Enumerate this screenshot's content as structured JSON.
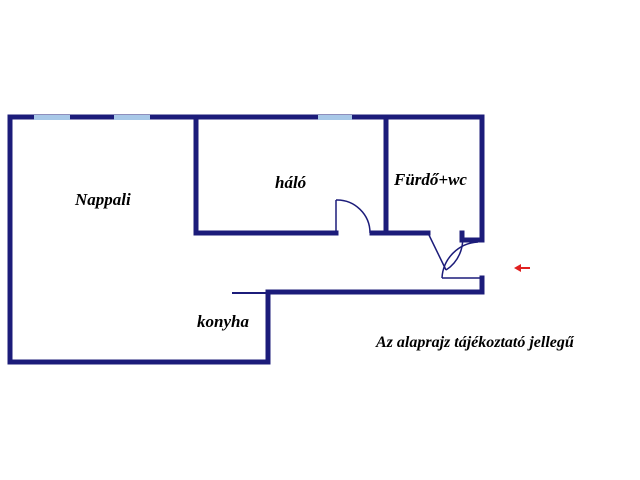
{
  "plan": {
    "rooms": [
      {
        "id": "nappali",
        "label": "Nappali"
      },
      {
        "id": "halo",
        "label": "háló"
      },
      {
        "id": "furdo",
        "label": "Fürdő+wc"
      },
      {
        "id": "konyha",
        "label": "konyha"
      }
    ],
    "note": "Az alaprajz tájékoztató jellegű",
    "colors": {
      "wall": "#1c1c7a",
      "window": "#a8c8e8",
      "arrow": "#e02020",
      "text": "#000000",
      "background": "#ffffff"
    },
    "icons": {
      "entrance": "red-arrow-left-icon"
    }
  }
}
